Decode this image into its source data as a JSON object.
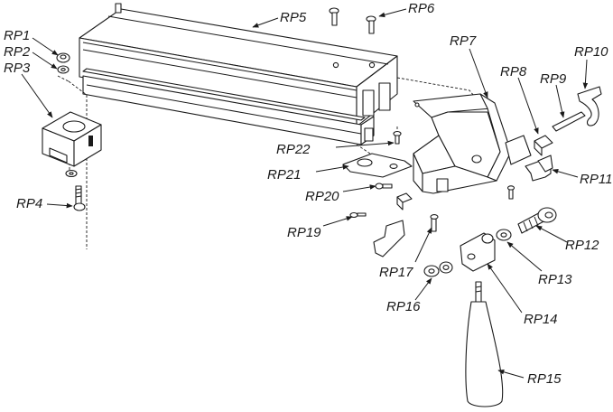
{
  "labels": {
    "rp1": "RP1",
    "rp2": "RP2",
    "rp3": "RP3",
    "rp4": "RP4",
    "rp5": "RP5",
    "rp6": "RP6",
    "rp7": "RP7",
    "rp8": "RP8",
    "rp9": "RP9",
    "rp10": "RP10",
    "rp11": "RP11",
    "rp12": "RP12",
    "rp13": "RP13",
    "rp14": "RP14",
    "rp15": "RP15",
    "rp16": "RP16",
    "rp17": "RP17",
    "rp19": "RP19",
    "rp20": "RP20",
    "rp21": "RP21",
    "rp22": "RP22"
  }
}
